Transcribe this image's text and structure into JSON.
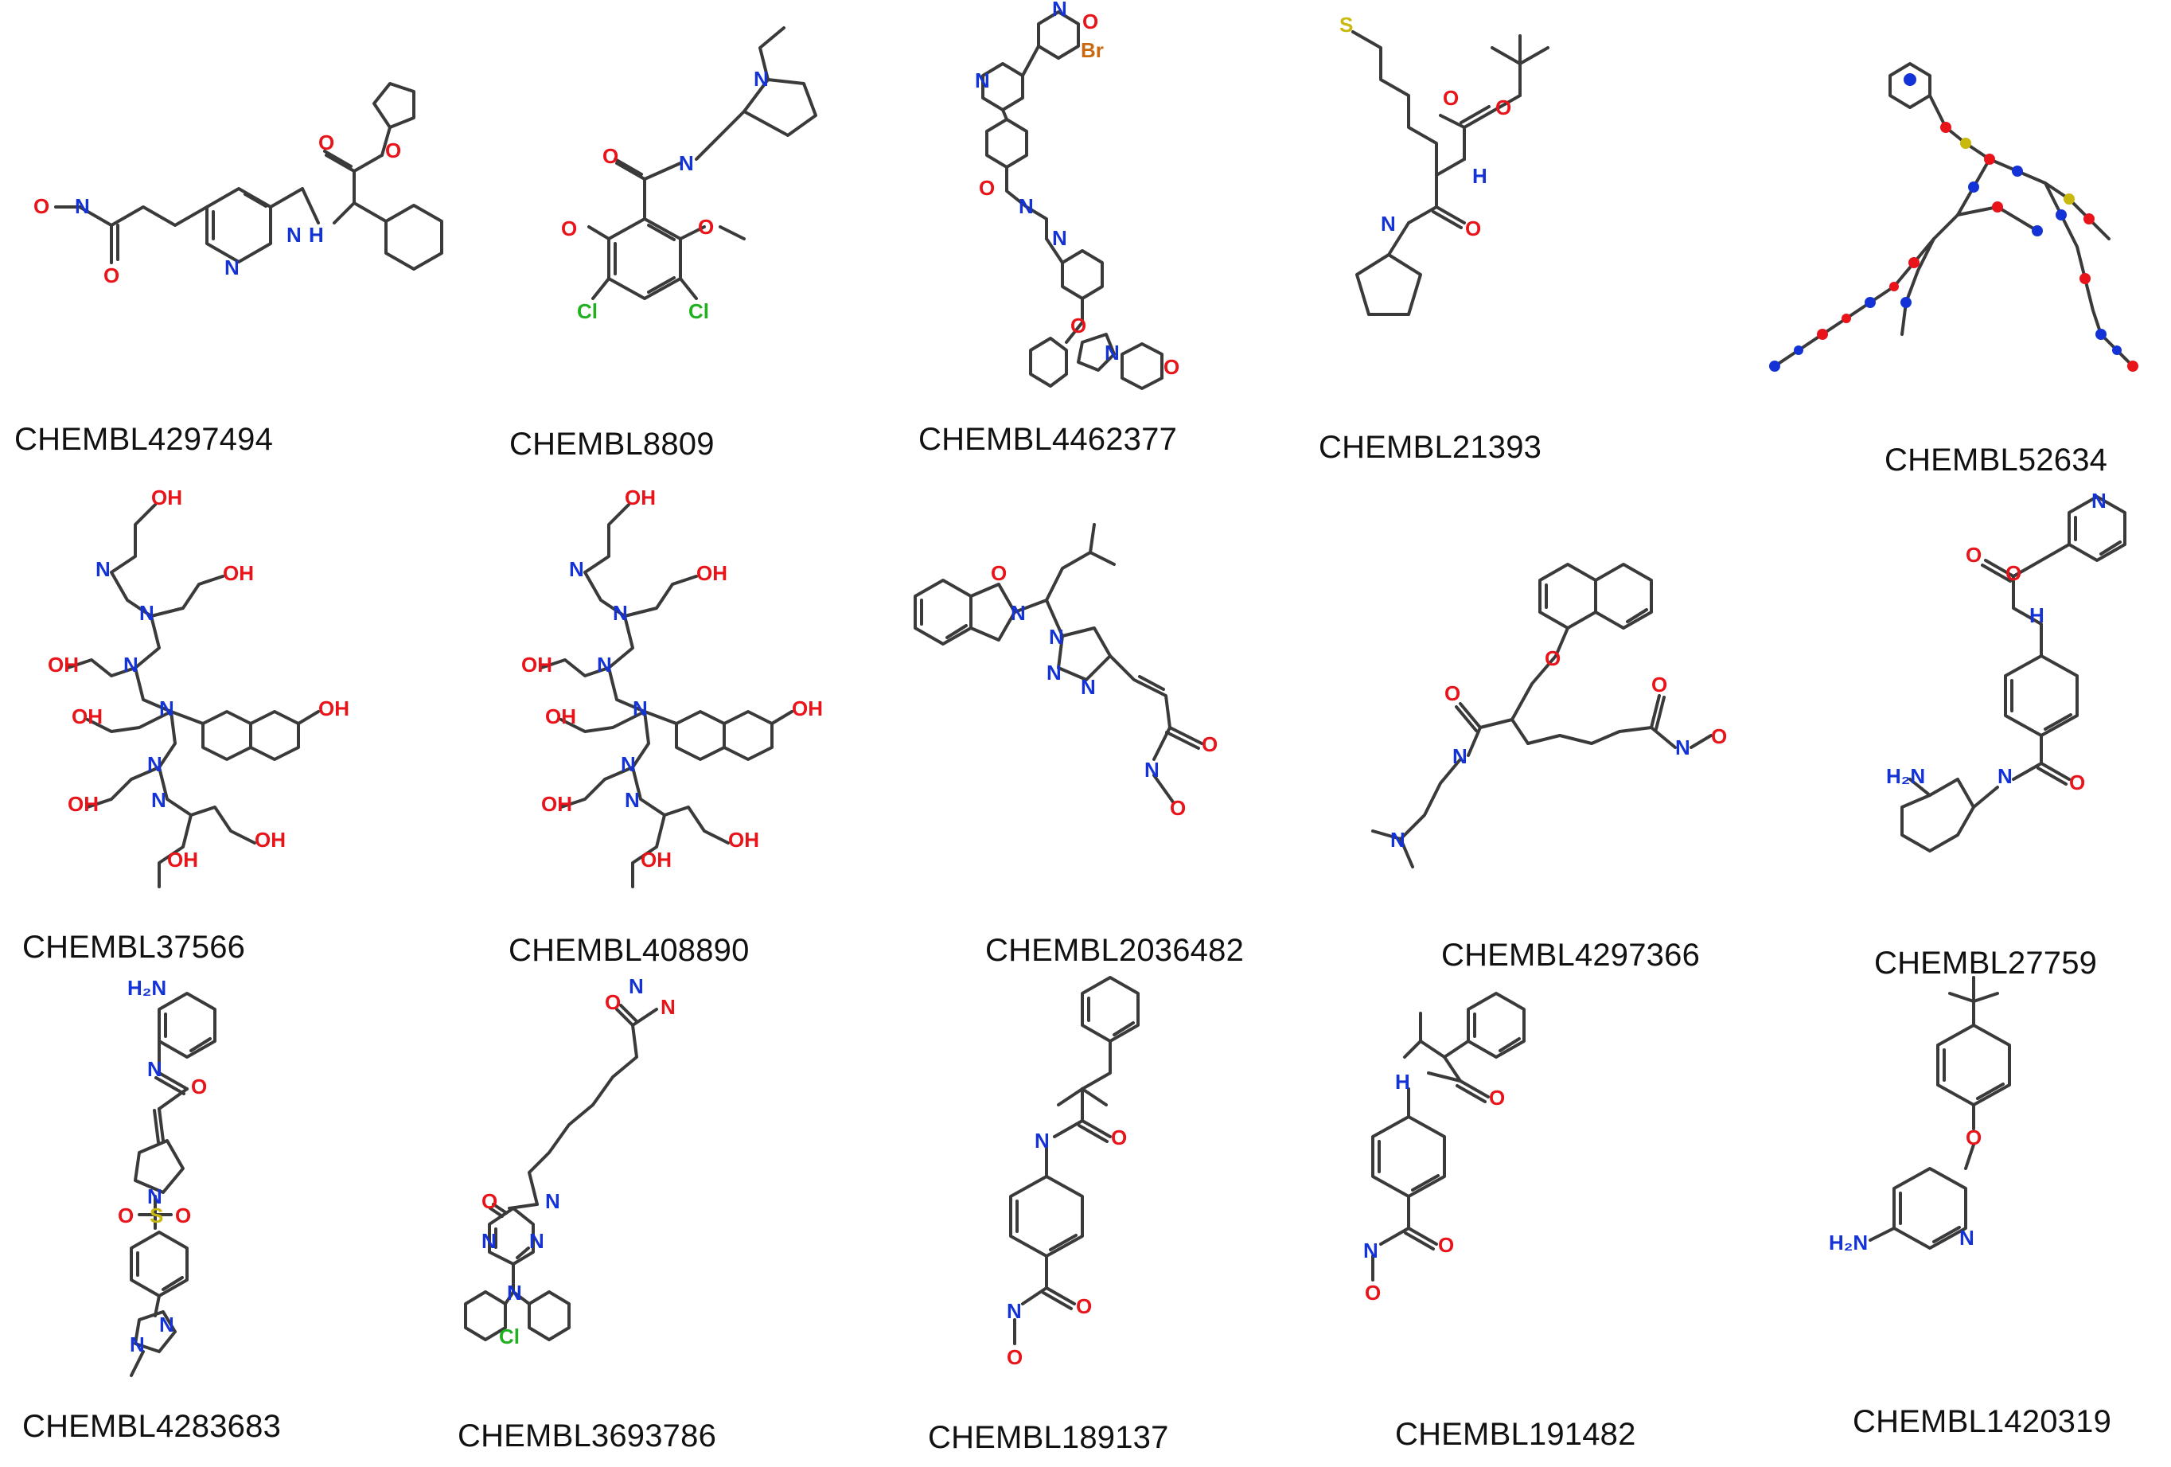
{
  "compounds": [
    {
      "id": "CHEMBL4297494"
    },
    {
      "id": "CHEMBL8809"
    },
    {
      "id": "CHEMBL4462377"
    },
    {
      "id": "CHEMBL21393"
    },
    {
      "id": "CHEMBL52634"
    },
    {
      "id": "CHEMBL37566"
    },
    {
      "id": "CHEMBL408890"
    },
    {
      "id": "CHEMBL2036482"
    },
    {
      "id": "CHEMBL4297366"
    },
    {
      "id": "CHEMBL27759"
    },
    {
      "id": "CHEMBL4283683"
    },
    {
      "id": "CHEMBL3693786"
    },
    {
      "id": "CHEMBL189137"
    },
    {
      "id": "CHEMBL191482"
    },
    {
      "id": "CHEMBL1420319"
    }
  ],
  "colors": {
    "bond": "#3a3a3a",
    "oxygen": "#e8141a",
    "nitrogen": "#1433d6",
    "chlorine": "#1fb11f",
    "bromine": "#c96a12",
    "sulfur": "#c9b80e"
  }
}
